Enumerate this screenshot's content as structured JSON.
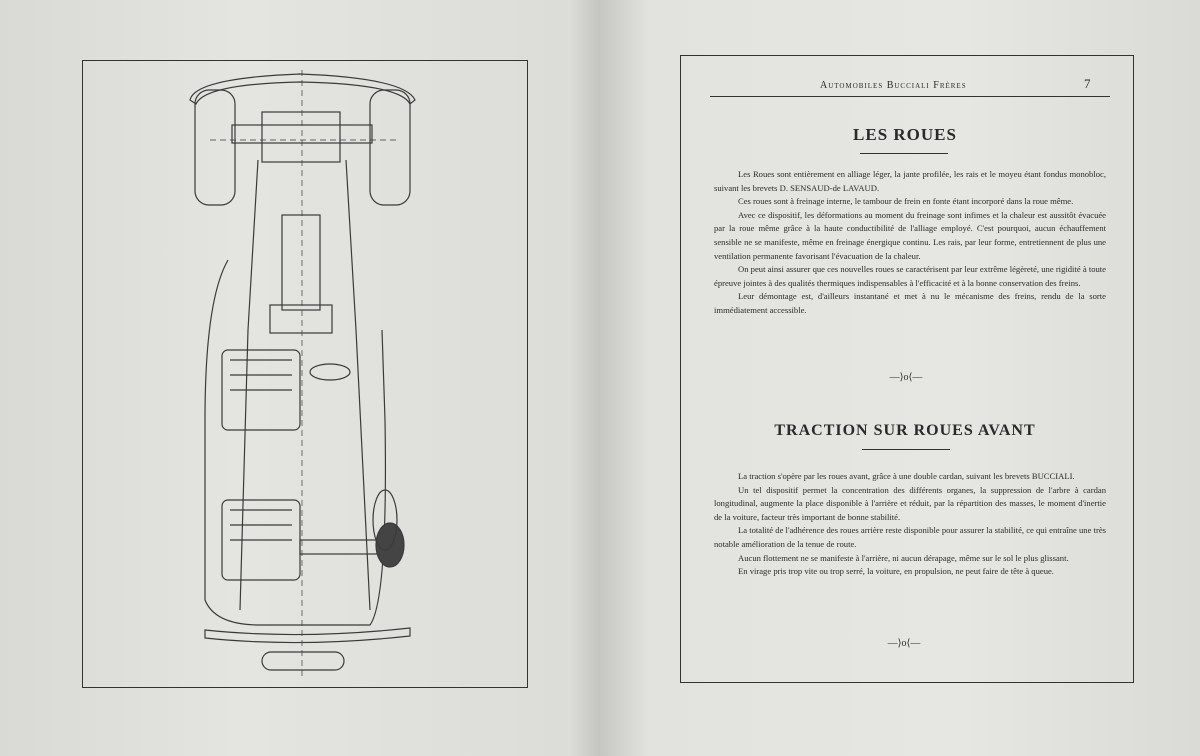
{
  "header": {
    "title": "Automobiles Bucciali Frères",
    "page_number": "7"
  },
  "drawing": {
    "subject": "chassis-plan"
  },
  "sections": [
    {
      "title": "LES ROUES",
      "paragraphs": [
        "Les Roues sont entièrement en alliage léger, la jante profilée, les rais et le moyeu étant fondus monobloc, suivant les brevets D. SENSAUD-de LAVAUD.",
        "Ces roues sont à freinage interne, le tambour de frein en fonte étant incorporé dans la roue même.",
        "Avec ce dispositif, les déformations au moment du freinage sont infimes et la chaleur est aussitôt évacuée par la roue même grâce à la haute conductibilité de l'alliage employé. C'est pourquoi, aucun échauffement sensible ne se manifeste, même en freinage énergique continu. Les rais, par leur forme, entretiennent de plus une ventilation permanente favorisant l'évacuation de la chaleur.",
        "On peut ainsi assurer que ces nouvelles roues se caractérisent par leur extrême légèreté, une rigidité à toute épreuve jointes à des qualités thermiques indispensables à l'efficacité et à la bonne conservation des freins.",
        "Leur démontage est, d'ailleurs instantané et met à nu le mécanisme des freins, rendu de la sorte immédiatement accessible."
      ],
      "ornament": "—⟩o⟨—"
    },
    {
      "title": "TRACTION SUR ROUES AVANT",
      "paragraphs": [
        "La traction s'opère par les roues avant, grâce à une double cardan, suivant les brevets BUCCIALI.",
        "Un tel dispositif permet la concentration des différents organes, la suppression de l'arbre à cardan longitudinal, augmente la place disponible à l'arrière et réduit, par la répartition des masses, le moment d'inertie de la voiture, facteur très important de bonne stabilité.",
        "La totalité de l'adhérence des roues arrière reste disponible pour assurer la stabilité, ce qui entraîne une très notable amélioration de la tenue de route.",
        "Aucun flottement ne se manifeste à l'arrière, ni aucun dérapage, même sur le sol le plus glissant.",
        "En virage pris trop vite ou trop serré, la voiture, en propulsion, ne peut faire de tête à queue."
      ],
      "ornament": "—⟩o⟨—"
    }
  ]
}
